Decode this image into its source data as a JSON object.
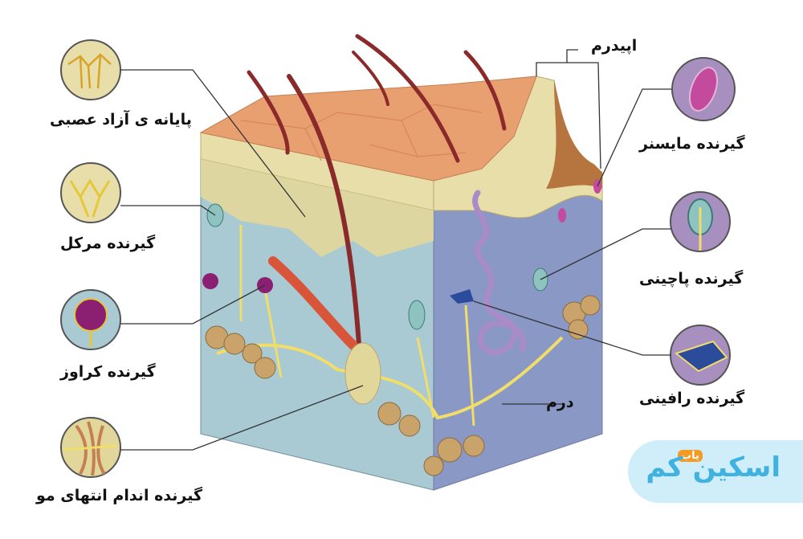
{
  "labels": {
    "free_nerve_endings": "پایانه ی آزاد عصبی",
    "merkel": "گیرنده مرکل",
    "krause": "گیرنده کراوز",
    "hair_root": "گیرنده اندام انتهای مو",
    "epidermis": "اپیدرم",
    "meissner": "گیرنده مایسنر",
    "pacinian": "گیرنده پاچینی",
    "ruffini": "گیرنده رافینی",
    "dermis": "درم"
  },
  "logo": {
    "main": "اسکین کم",
    "small": "یاب"
  },
  "colors": {
    "skin_surface": "#e9a070",
    "epidermis": "#e8deaa",
    "dermis": "#a9c9d3",
    "hair": "#8a2a2a",
    "nerve": "#f0dd6a",
    "fat": "#c9a36a",
    "logo_bg": "#cfeef9",
    "logo_text": "#3fb2df",
    "logo_badge": "#f59a23"
  }
}
